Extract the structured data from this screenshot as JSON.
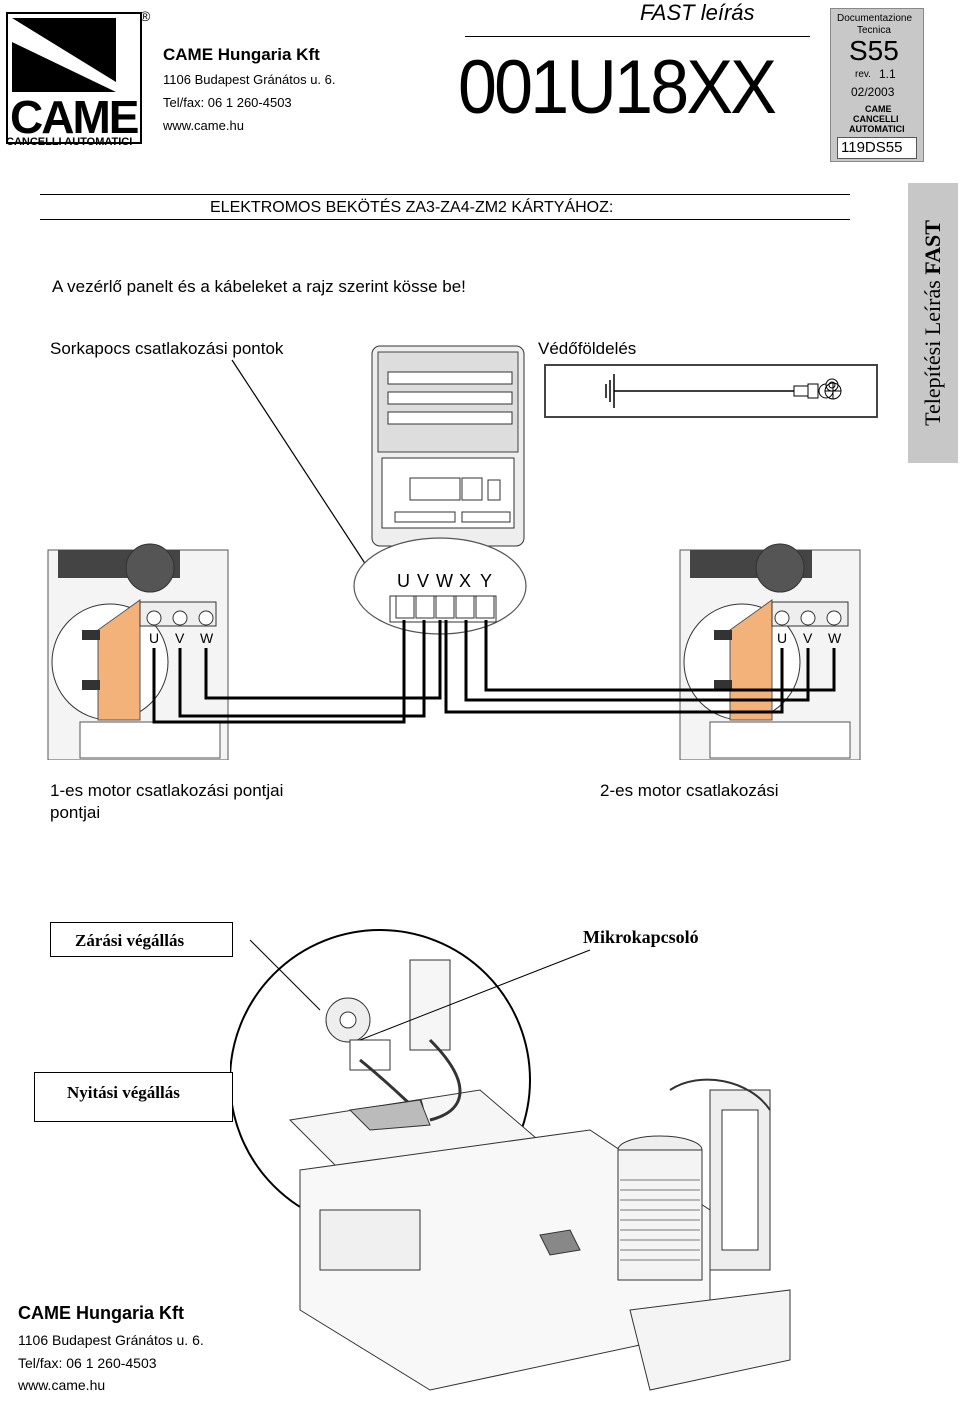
{
  "logo": {
    "word": "CAME",
    "tagline": "CANCELLI AUTOMATICI",
    "registered": "®"
  },
  "company": {
    "name": "CAME Hungaria Kft",
    "address": "1106 Budapest Gránátos u. 6.",
    "phone": "Tel/fax: 06 1 260-4503",
    "web": "www.came.hu"
  },
  "header": {
    "doc_type": "FAST  leírás",
    "code": "001U18XX"
  },
  "doc_badge": {
    "line1": "Documentazione",
    "line2": "Tecnica",
    "model": "S55",
    "rev_label": "rev.",
    "rev_value": "1.1",
    "date": "02/2003",
    "brand1": "CAME",
    "brand2": "CANCELLI",
    "brand3": "AUTOMATICI",
    "ref": "119DS55"
  },
  "section_title": "ELEKTROMOS BEKÖTÉS ZA3-ZA4-ZM2 KÁRTYÁHOZ:",
  "instruction": "A vezérlő panelt és a kábeleket a rajz szerint kösse be!",
  "side_tab": {
    "sans": "Telepítési  Leírás",
    "bold": "FAST"
  },
  "labels": {
    "terminal_points": "Sorkapocs csatlakozási pontok",
    "earth": "Védőföldelés",
    "motor1": "1-es motor csatlakozási pontjai",
    "motor1_wrap": "pontjai",
    "motor2": "2-es motor csatlakozási"
  },
  "terminal_letters": [
    "U",
    "V",
    "W",
    "X",
    "Y"
  ],
  "motor_terminals": [
    "U",
    "V",
    "W"
  ],
  "limit": {
    "closing": "Zárási végállás",
    "microswitch": "Mikrokapcsoló",
    "opening": "Nyitási végállás"
  }
}
